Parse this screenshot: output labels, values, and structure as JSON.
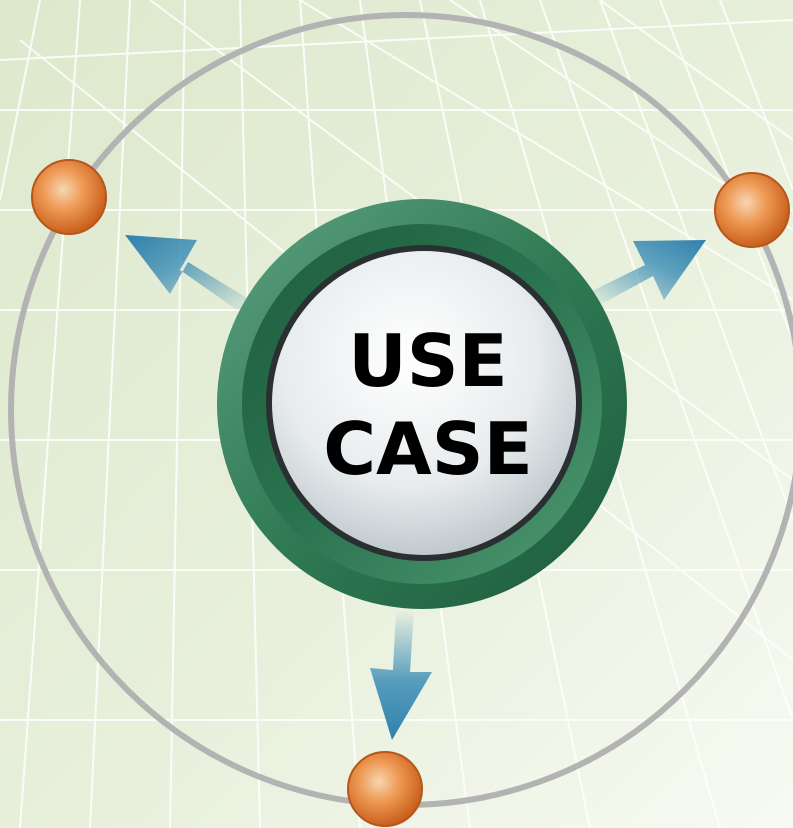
{
  "center_label": {
    "line1": "USE",
    "line2": "CASE"
  },
  "colors": {
    "background_light": "#f4f8ee",
    "background_mid": "#dfe9cf",
    "grid_lines": "#ffffff",
    "orbit_ring": "#b3b3b3",
    "ring_green_dark": "#1f5e3f",
    "ring_green_light": "#3f8a63",
    "button_face": "#e8ecee",
    "arrow_blue": "#3b8db5",
    "node_orange": "#e07a2c",
    "label_text": "#000000"
  },
  "nodes": [
    "node-top-left",
    "node-top-right",
    "node-bottom"
  ],
  "arrows": [
    "arrow-top-left",
    "arrow-top-right",
    "arrow-bottom"
  ]
}
